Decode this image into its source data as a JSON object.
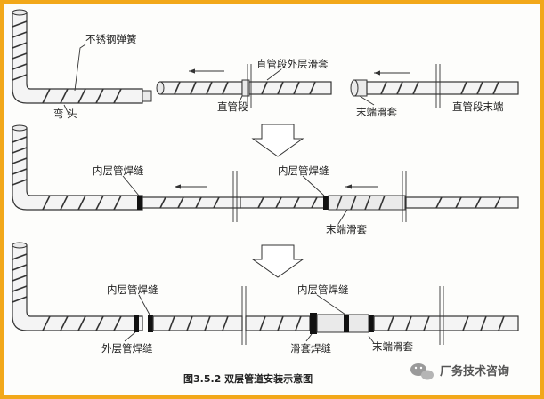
{
  "colors": {
    "frame": "#f2a81a",
    "line": "#333333"
  },
  "labels": {
    "spring": "不锈钢弹簧",
    "elbow": "弯  头",
    "straight_outer_sleeve": "直管段外层滑套",
    "straight": "直管段",
    "end_sleeve": "末端滑套",
    "straight_end": "直管段末端",
    "inner_weld_a": "内层管焊缝",
    "inner_weld_b": "内层管焊缝",
    "end_sleeve_2": "末端滑套",
    "inner_weld_c": "内层管焊缝",
    "inner_weld_d": "内层管焊缝",
    "outer_weld": "外层管焊缝",
    "sleeve_weld": "滑套焊缝",
    "end_sleeve_3": "末端滑套"
  },
  "caption": "图3.5.2  双层管道安装示意图",
  "watermark": {
    "icon": "wechat-icon",
    "text": "厂务技术咨询"
  }
}
